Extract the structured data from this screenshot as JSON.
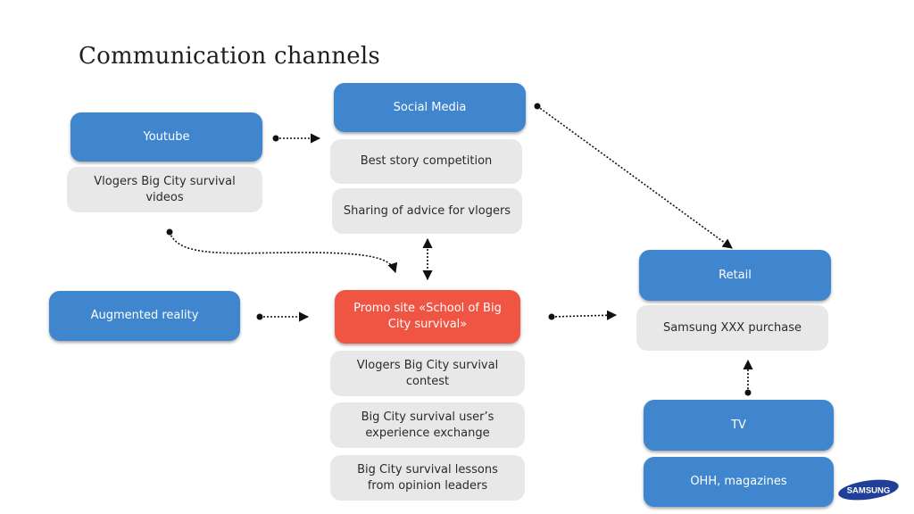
{
  "title": "Communication channels",
  "colors": {
    "primary": "#3f86cf",
    "accent": "#f05443",
    "secondary": "#e8e8e8",
    "text": "#1f1f1f"
  },
  "nodes": {
    "youtube": {
      "label": "Youtube",
      "items": [
        "Vlogers Big City survival videos"
      ]
    },
    "social_media": {
      "label": "Social Media",
      "items": [
        "Best story competition",
        "Sharing of advice for vlogers"
      ]
    },
    "augmented_reality": {
      "label": "Augmented reality"
    },
    "promo_site": {
      "label": "Promo site «School of Big City survival»",
      "items": [
        "Vlogers Big City survival contest",
        "Big City survival user’s experience exchange",
        "Big City survival lessons from opinion leaders"
      ]
    },
    "retail": {
      "label": "Retail",
      "items": [
        "Samsung XXX purchase"
      ]
    },
    "tv": {
      "label": "TV",
      "items": [
        "OHH, magazines"
      ]
    }
  },
  "connections": [
    {
      "from": "youtube",
      "to": "social_media"
    },
    {
      "from": "youtube",
      "to": "promo_site"
    },
    {
      "from": "promo_site",
      "to": "social_media"
    },
    {
      "from": "augmented_reality",
      "to": "promo_site"
    },
    {
      "from": "promo_site",
      "to": "retail"
    },
    {
      "from": "social_media",
      "to": "retail"
    },
    {
      "from": "tv",
      "to": "retail"
    }
  ],
  "logo": {
    "text": "SAMSUNG"
  }
}
